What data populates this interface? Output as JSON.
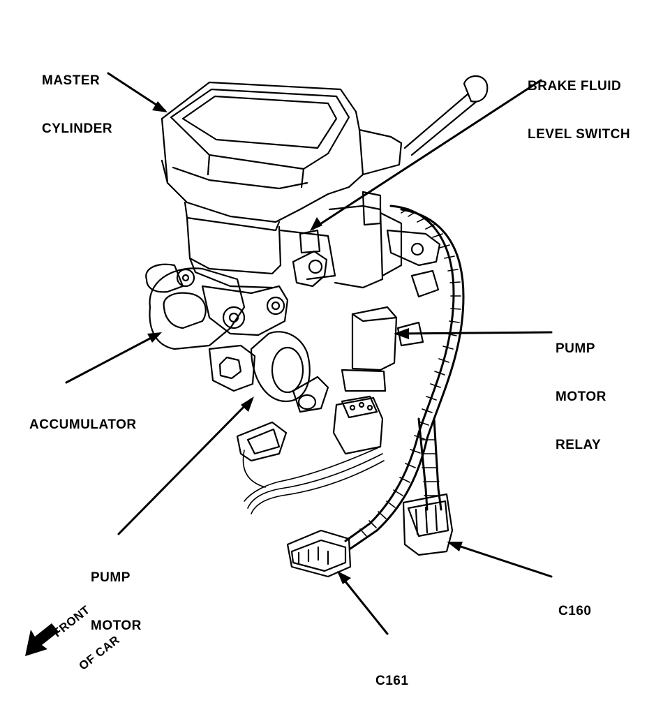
{
  "labels": {
    "master_cylinder": [
      "MASTER",
      "CYLINDER"
    ],
    "brake_fluid_level_switch": [
      "BRAKE FLUID",
      "LEVEL SWITCH"
    ],
    "pump_motor_relay": [
      "PUMP",
      "MOTOR",
      "RELAY"
    ],
    "accumulator": [
      "ACCUMULATOR"
    ],
    "pump_motor": [
      "PUMP",
      "MOTOR"
    ],
    "c160": [
      "C160"
    ],
    "c161": [
      "C161"
    ],
    "front_of_car": [
      "FRONT",
      "OF CAR"
    ]
  },
  "colors": {
    "ink": "#000000",
    "paper": "#ffffff"
  }
}
